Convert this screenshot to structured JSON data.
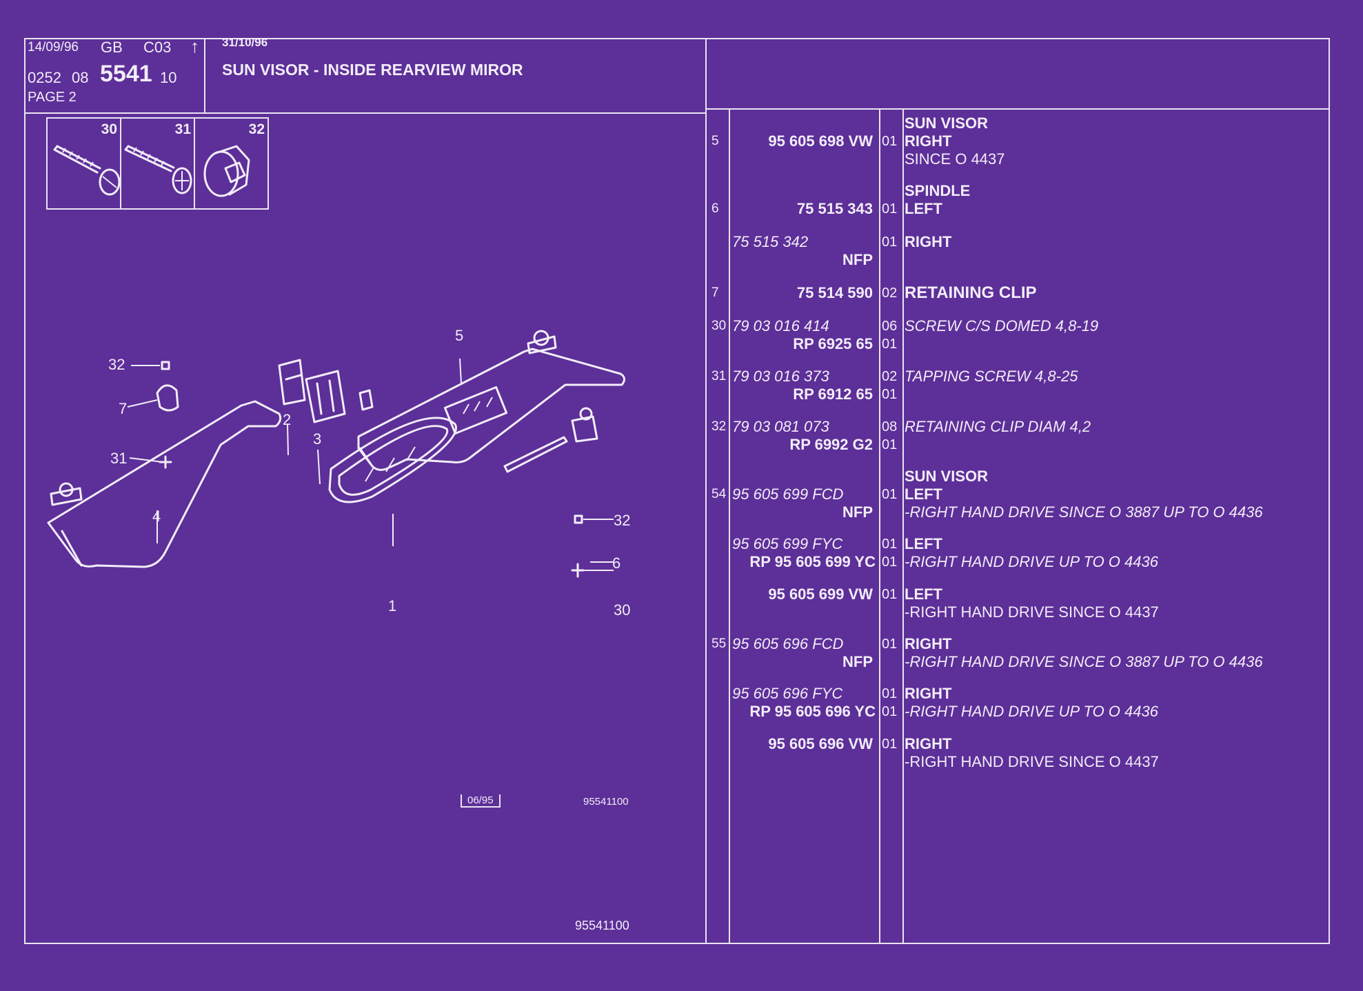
{
  "header": {
    "date1": "14/09/96",
    "lang": "GB",
    "code": "C03",
    "date2": "31/10/96",
    "num1": "0252",
    "num2": "08",
    "group": "5541",
    "num3": "10",
    "page": "PAGE 2",
    "title": "SUN VISOR - INSIDE REARVIEW MIROR"
  },
  "diagram": {
    "thumbs": [
      "30",
      "31",
      "32"
    ],
    "callouts": {
      "c32a": "32",
      "c7": "7",
      "c31": "31",
      "c2": "2",
      "c3": "3",
      "c5": "5",
      "c4": "4",
      "c1": "1",
      "c32b": "32",
      "c6": "6",
      "c30": "30"
    },
    "date_box": "06/95",
    "ref_num": "95541100",
    "footer_num": "95541100"
  },
  "parts": [
    {
      "ref": "5",
      "pn_a": "",
      "pn_b": "95 605 698 VW",
      "qty_a": "01",
      "qty_b": "",
      "title": "SUN VISOR",
      "desc": "RIGHT",
      "note": "SINCE  O  4437"
    },
    {
      "ref": "6",
      "pn_a": "",
      "pn_b": "75 515 343",
      "qty_a": "01",
      "qty_b": "",
      "title": "SPINDLE",
      "desc": "LEFT",
      "note": ""
    },
    {
      "ref": "",
      "pn_a": "75 515 342",
      "pn_b": "NFP",
      "qty_a": "01",
      "qty_b": "",
      "title": "",
      "desc": "RIGHT",
      "note": ""
    },
    {
      "ref": "7",
      "pn_a": "",
      "pn_b": "75 514 590",
      "qty_a": "02",
      "qty_b": "",
      "title": "",
      "desc": "RETAINING CLIP",
      "note": ""
    },
    {
      "ref": "30",
      "pn_a": "79 03 016 414",
      "pn_b": "RP  6925 65",
      "qty_a": "06",
      "qty_b": "01",
      "title": "",
      "desc": "SCREW C/S DOMED 4,8-19",
      "note": ""
    },
    {
      "ref": "31",
      "pn_a": "79 03 016 373",
      "pn_b": "RP  6912 65",
      "qty_a": "02",
      "qty_b": "01",
      "title": "",
      "desc": "TAPPING SCREW 4,8-25",
      "note": ""
    },
    {
      "ref": "32",
      "pn_a": "79 03 081 073",
      "pn_b": "RP  6992 G2",
      "qty_a": "08",
      "qty_b": "01",
      "title": "",
      "desc": "RETAINING CLIP DIAM 4,2",
      "note": ""
    },
    {
      "ref": "54",
      "pn_a": "95 605 699 FCD",
      "pn_b": "NFP",
      "qty_a": "01",
      "qty_b": "",
      "title": "SUN VISOR",
      "desc": "LEFT",
      "note": "-RIGHT HAND DRIVE SINCE  O  3887 UP  TO  O  4436"
    },
    {
      "ref": "",
      "pn_a": "95 605 699 FYC",
      "pn_b": "RP  95 605 699 YC",
      "qty_a": "01",
      "qty_b": "01",
      "title": "",
      "desc": "LEFT",
      "note": "-RIGHT HAND DRIVE UP  TO  O  4436"
    },
    {
      "ref": "",
      "pn_a": "",
      "pn_b": "95 605 699 VW",
      "qty_a": "01",
      "qty_b": "",
      "title": "",
      "desc": "LEFT",
      "note": "-RIGHT HAND DRIVE SINCE  O  4437"
    },
    {
      "ref": "55",
      "pn_a": "95 605 696 FCD",
      "pn_b": "NFP",
      "qty_a": "01",
      "qty_b": "",
      "title": "",
      "desc": "RIGHT",
      "note": "-RIGHT HAND DRIVE SINCE  O  3887 UP  TO  O  4436"
    },
    {
      "ref": "",
      "pn_a": "95 605 696 FYC",
      "pn_b": "RP  95 605 696 YC",
      "qty_a": "01",
      "qty_b": "01",
      "title": "",
      "desc": "RIGHT",
      "note": "-RIGHT HAND DRIVE UP  TO  O  4436"
    },
    {
      "ref": "",
      "pn_a": "",
      "pn_b": "95 605 696 VW",
      "qty_a": "01",
      "qty_b": "",
      "title": "",
      "desc": "RIGHT",
      "note": "-RIGHT HAND DRIVE SINCE  O  4437"
    }
  ]
}
